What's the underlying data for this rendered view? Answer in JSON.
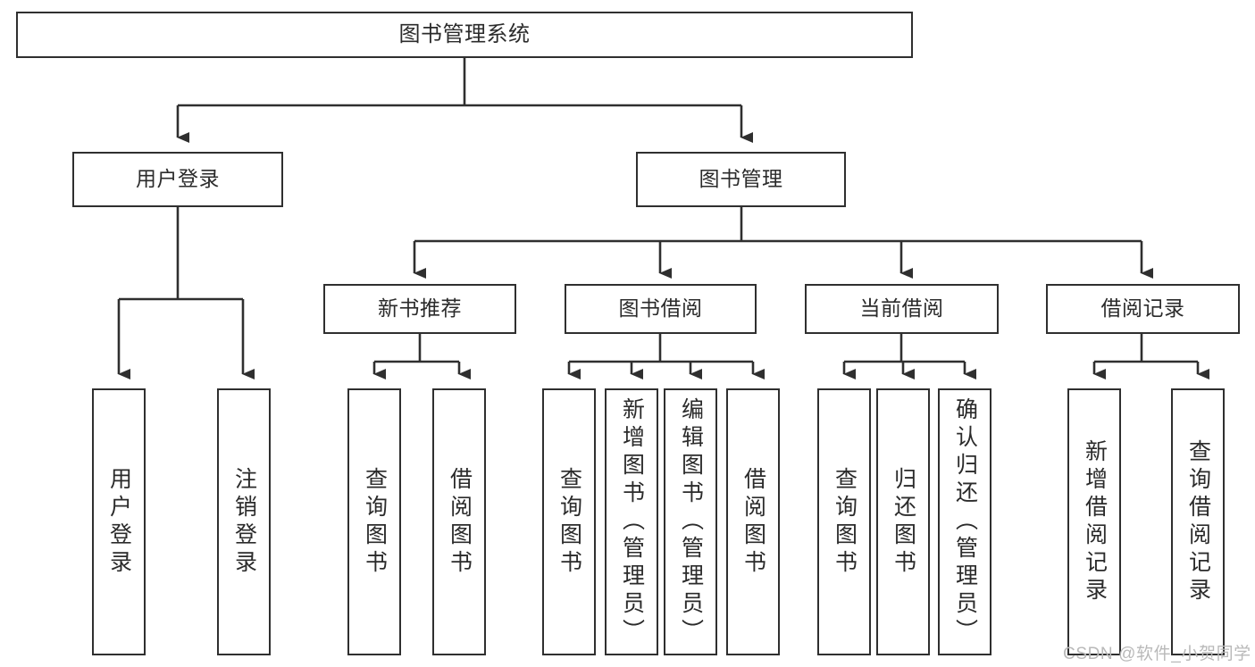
{
  "diagram": {
    "title": "图书管理系统",
    "type": "tree-structure-chart",
    "theme": {
      "background": "#ffffff",
      "box_border": "#2f2f2f",
      "box_fill": "#ffffff",
      "text": "#2b2b2b",
      "edge": "#2f2f2f",
      "watermark": "#b9b9b9"
    },
    "root": {
      "id": "root",
      "label": "图书管理系统",
      "orientation": "horizontal"
    },
    "level2": [
      {
        "id": "user-login",
        "label": "用户登录",
        "orientation": "horizontal"
      },
      {
        "id": "book-manage",
        "label": "图书管理",
        "orientation": "horizontal"
      }
    ],
    "level3": [
      {
        "id": "new-book-recommend",
        "label": "新书推荐",
        "orientation": "horizontal",
        "parent": "book-manage"
      },
      {
        "id": "book-borrow",
        "label": "图书借阅",
        "orientation": "horizontal",
        "parent": "book-manage"
      },
      {
        "id": "current-borrow",
        "label": "当前借阅",
        "orientation": "horizontal",
        "parent": "book-manage"
      },
      {
        "id": "borrow-record",
        "label": "借阅记录",
        "orientation": "horizontal",
        "parent": "book-manage"
      }
    ],
    "leaves": [
      {
        "id": "leaf-user-login",
        "label": "用户登录",
        "orientation": "vertical",
        "parent": "user-login"
      },
      {
        "id": "leaf-user-logout",
        "label": "注销登录",
        "orientation": "vertical",
        "parent": "user-login"
      },
      {
        "id": "leaf-query-book-1",
        "label": "查询图书",
        "orientation": "vertical",
        "parent": "new-book-recommend"
      },
      {
        "id": "leaf-borrow-book-1",
        "label": "借阅图书",
        "orientation": "vertical",
        "parent": "new-book-recommend"
      },
      {
        "id": "leaf-query-book-2",
        "label": "查询图书",
        "orientation": "vertical",
        "parent": "book-borrow"
      },
      {
        "id": "leaf-add-book",
        "label": "新增图书（管理员）",
        "orientation": "vertical",
        "parent": "book-borrow"
      },
      {
        "id": "leaf-edit-book",
        "label": "编辑图书（管理员）",
        "orientation": "vertical",
        "parent": "book-borrow"
      },
      {
        "id": "leaf-borrow-book-2",
        "label": "借阅图书",
        "orientation": "vertical",
        "parent": "book-borrow"
      },
      {
        "id": "leaf-query-book-3",
        "label": "查询图书",
        "orientation": "vertical",
        "parent": "current-borrow"
      },
      {
        "id": "leaf-return-book",
        "label": "归还图书",
        "orientation": "vertical",
        "parent": "current-borrow"
      },
      {
        "id": "leaf-confirm-return",
        "label": "确认归还（管理员）",
        "orientation": "vertical",
        "parent": "current-borrow"
      },
      {
        "id": "leaf-add-record",
        "label": "新增借阅记录",
        "orientation": "vertical",
        "parent": "borrow-record"
      },
      {
        "id": "leaf-query-record",
        "label": "查询借阅记录",
        "orientation": "vertical",
        "parent": "borrow-record"
      }
    ]
  },
  "watermark": {
    "text": "CSDN @软件_小贺同学"
  }
}
